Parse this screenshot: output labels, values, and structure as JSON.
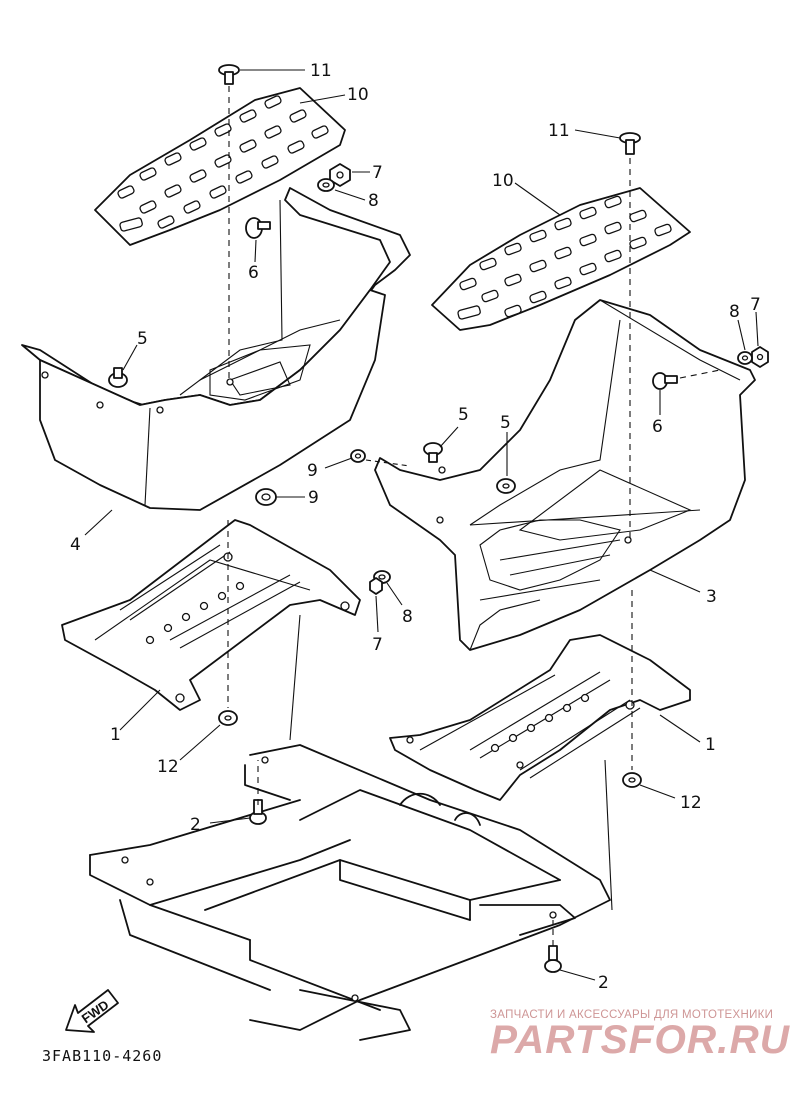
{
  "diagram_code": "3FAB110-4260",
  "forward_label": "FWD",
  "callouts": {
    "c1": "11",
    "c2": "10",
    "c3": "7",
    "c4": "8",
    "c5": "6",
    "c6": "5",
    "c7": "4",
    "c8": "9",
    "c9": "1",
    "c10": "12",
    "c11": "2",
    "c12": "11",
    "c13": "10",
    "c14": "8",
    "c15": "7",
    "c16": "6",
    "c17": "5",
    "c18": "5",
    "c19": "9",
    "c20": "8",
    "c21": "7",
    "c22": "3",
    "c23": "1",
    "c24": "12",
    "c25": "2"
  },
  "watermark": {
    "tagline": "ЗАПЧАСТИ И АКСЕССУАРЫ ДЛЯ МОТОТЕХНИКИ",
    "brand": "PARTSFOR.RU"
  }
}
